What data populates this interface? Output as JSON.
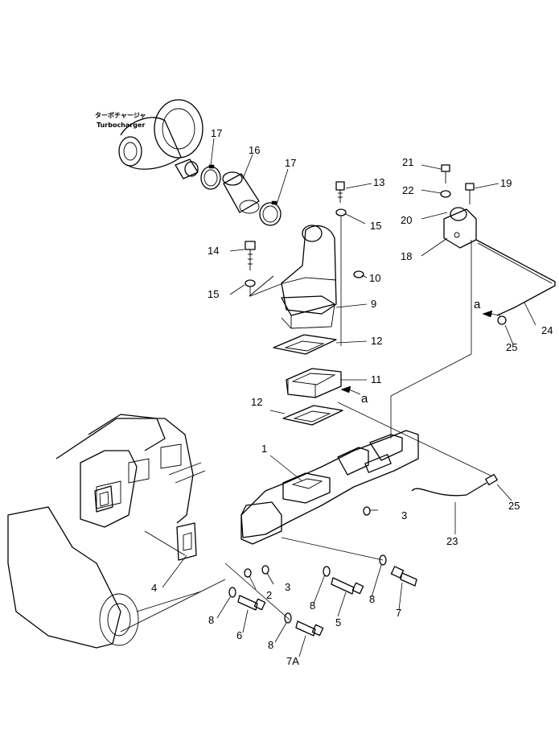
{
  "caption": {
    "japanese": "ターボチャージャ",
    "english": "Turbocharger"
  },
  "labels": [
    {
      "id": "p1",
      "text": "1"
    },
    {
      "id": "p2",
      "text": "2"
    },
    {
      "id": "p3a",
      "text": "3"
    },
    {
      "id": "p3b",
      "text": "3"
    },
    {
      "id": "p4",
      "text": "4"
    },
    {
      "id": "p5",
      "text": "5"
    },
    {
      "id": "p6",
      "text": "6"
    },
    {
      "id": "p7",
      "text": "7"
    },
    {
      "id": "p7a",
      "text": "7A"
    },
    {
      "id": "p8a",
      "text": "8"
    },
    {
      "id": "p8b",
      "text": "8"
    },
    {
      "id": "p8c",
      "text": "8"
    },
    {
      "id": "p8d",
      "text": "8"
    },
    {
      "id": "p9",
      "text": "9"
    },
    {
      "id": "p10",
      "text": "10"
    },
    {
      "id": "p11",
      "text": "11"
    },
    {
      "id": "p12a",
      "text": "12"
    },
    {
      "id": "p12b",
      "text": "12"
    },
    {
      "id": "p13",
      "text": "13"
    },
    {
      "id": "p14",
      "text": "14"
    },
    {
      "id": "p15a",
      "text": "15"
    },
    {
      "id": "p15b",
      "text": "15"
    },
    {
      "id": "p16",
      "text": "16"
    },
    {
      "id": "p17a",
      "text": "17"
    },
    {
      "id": "p17b",
      "text": "17"
    },
    {
      "id": "p18",
      "text": "18"
    },
    {
      "id": "p19",
      "text": "19"
    },
    {
      "id": "p20",
      "text": "20"
    },
    {
      "id": "p21",
      "text": "21"
    },
    {
      "id": "p22",
      "text": "22"
    },
    {
      "id": "p23",
      "text": "23"
    },
    {
      "id": "p24",
      "text": "24"
    },
    {
      "id": "p25a",
      "text": "25"
    },
    {
      "id": "p25b",
      "text": "25"
    }
  ],
  "refs": [
    {
      "id": "ra1",
      "text": "a"
    },
    {
      "id": "ra2",
      "text": "a"
    }
  ]
}
